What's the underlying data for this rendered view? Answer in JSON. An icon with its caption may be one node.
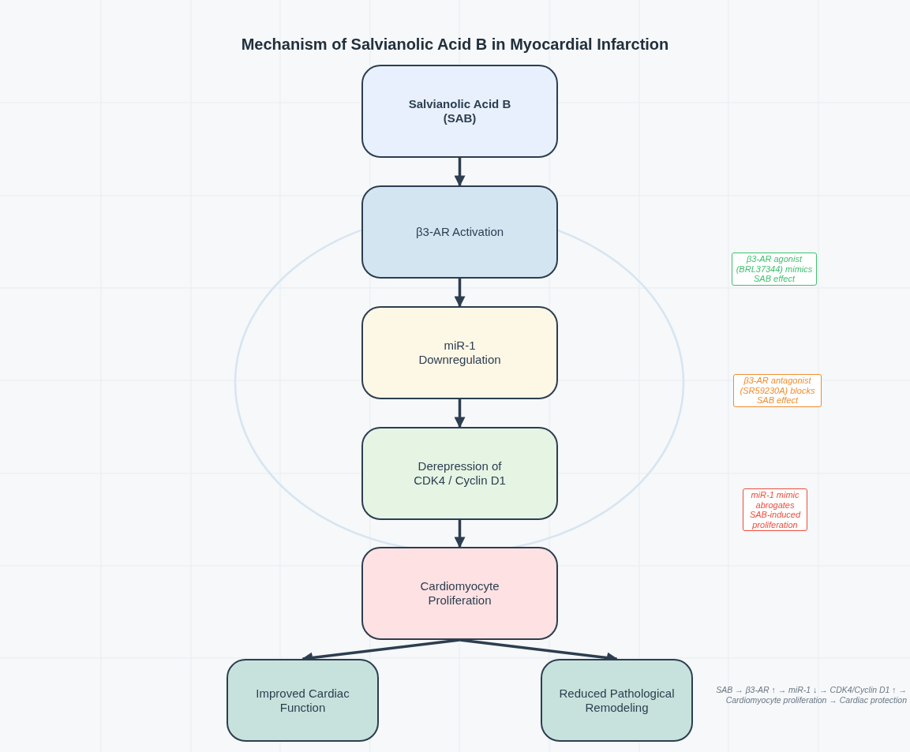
{
  "diagram": {
    "title": "Mechanism of Salvianolic Acid B in Myocardial Infarction",
    "nodes": [
      {
        "text": [
          "Salvianolic Acid B (SAB)"
        ]
      },
      {
        "text": [
          "β3-AR Activation"
        ]
      },
      {
        "text": [
          "miR-1 Downregulation"
        ]
      },
      {
        "text": [
          "Derepression of CDK4 / Cyclin D1"
        ]
      },
      {
        "text": [
          "Cardiomyocyte Proliferation"
        ]
      },
      {
        "text": [
          "Improved Cardiac Function"
        ]
      },
      {
        "text": [
          "Reduced Pathological Remodeling"
        ]
      },
      {
        "text": [
          "β3-AR agonist (BRL37344) mimics SAB effect"
        ]
      },
      {
        "text": [
          "β3-AR antagonist (SR59230A) blocks SAB effect"
        ]
      },
      {
        "text": [
          "miR-1 mimic abrogates SAB-induced proliferation"
        ]
      }
    ],
    "edges": [
      {
        "from": 0,
        "to": 1,
        "arrow": "to"
      },
      {
        "from": 1,
        "to": 2,
        "arrow": "to"
      },
      {
        "from": 2,
        "to": 3,
        "arrow": "to"
      },
      {
        "from": 3,
        "to": 4,
        "arrow": "to"
      },
      {
        "from": 4,
        "to": 5,
        "arrow": "to"
      },
      {
        "from": 4,
        "to": 6,
        "arrow": "to"
      }
    ],
    "labels": [
      "SAB → β3-AR ↑ → miR-1 ↓ → CDK4/Cyclin D1 ↑ → Cardiomyocyte proliferation → Cardiac protection"
    ]
  }
}
